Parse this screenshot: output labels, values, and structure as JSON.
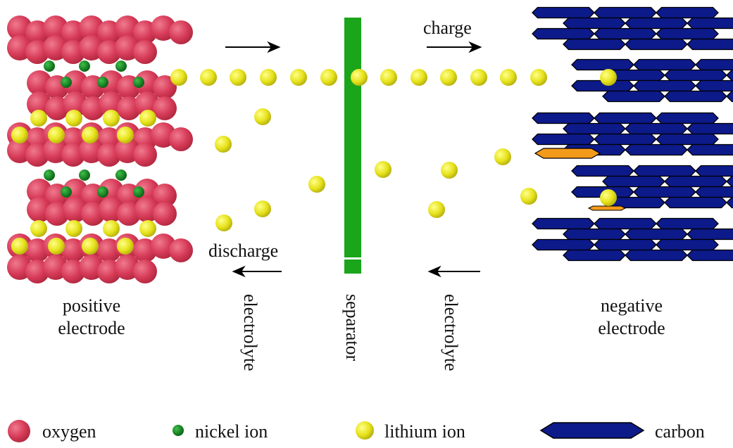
{
  "labels": {
    "charge": "charge",
    "discharge": "discharge",
    "positive_electrode": [
      "positive",
      "electrode"
    ],
    "negative_electrode": [
      "negative",
      "electrode"
    ],
    "electrolyte": "electrolyte",
    "separator": "separator"
  },
  "legend": [
    {
      "symbol": "oxygen-sphere",
      "label": "oxygen"
    },
    {
      "symbol": "nickel-ion-dot",
      "label": "nickel ion"
    },
    {
      "symbol": "lithium-ion-sphere",
      "label": "lithium ion"
    },
    {
      "symbol": "carbon-hexagon",
      "label": "carbon"
    }
  ],
  "colors": {
    "oxygen": "#d63a57",
    "nickel_ion": "#0b7a1a",
    "lithium_ion": "#e6e21a",
    "carbon": "#0d1a8a",
    "separator": "#1aa51a",
    "carbon_highlight": "#f39a1a"
  }
}
